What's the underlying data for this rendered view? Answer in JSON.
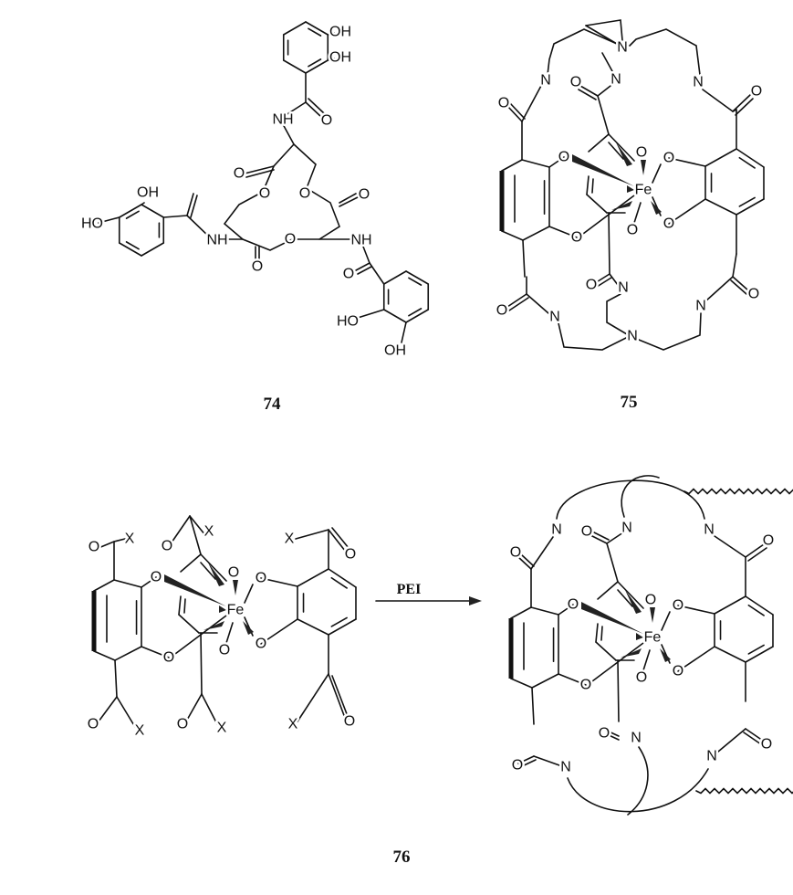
{
  "s74": {
    "label": "74",
    "atoms": [
      "OH",
      "OH",
      "NH",
      "O",
      "O",
      "O",
      "O",
      "O",
      "OH",
      "HO",
      "NH",
      "O",
      "O",
      "NH",
      "O",
      "HO",
      "OH"
    ]
  },
  "s75": {
    "label": "75",
    "core": [
      "Fe",
      "O",
      "O",
      "O",
      "O",
      "O",
      "O"
    ],
    "atoms": [
      "N",
      "N",
      "O",
      "N",
      "O",
      "N",
      "O",
      "O",
      "N",
      "O",
      "N",
      "N",
      "N",
      "O"
    ]
  },
  "s76": {
    "label": "76",
    "arrow_label": "PEI",
    "reactant": {
      "core": [
        "Fe",
        "O",
        "O",
        "O",
        "O",
        "O",
        "O"
      ],
      "atoms": [
        "O",
        "X",
        "O",
        "X",
        "X",
        "O",
        "O",
        "X",
        "O",
        "X",
        "X",
        "O"
      ]
    },
    "product": {
      "core": [
        "Fe",
        "O",
        "O",
        "O",
        "O",
        "O",
        "O"
      ],
      "atoms": [
        "N",
        "O",
        "O",
        "N",
        "N",
        "O",
        "O",
        "N",
        "O",
        "N",
        "N",
        "O"
      ]
    }
  }
}
